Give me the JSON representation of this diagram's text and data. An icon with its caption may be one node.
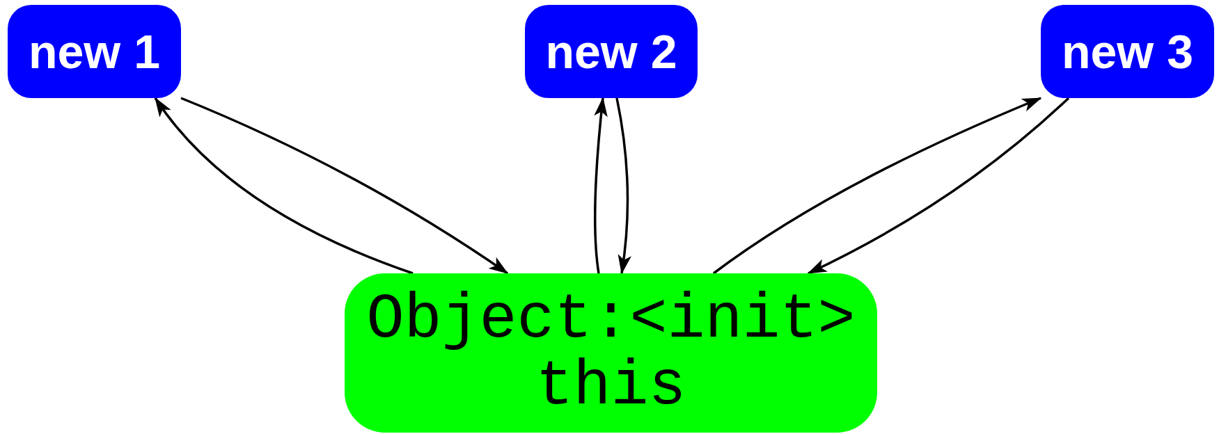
{
  "diagram": {
    "nodes": [
      {
        "text": [
          "new 1"
        ]
      },
      {
        "text": [
          "new 2"
        ]
      },
      {
        "text": [
          "new 3"
        ]
      },
      {
        "text": [
          "Object:<init>",
          "this"
        ]
      }
    ],
    "edges": [
      {
        "from": 3,
        "to": 0,
        "arrow": "to"
      },
      {
        "from": 0,
        "to": 3,
        "arrow": "to"
      },
      {
        "from": 3,
        "to": 1,
        "arrow": "to"
      },
      {
        "from": 1,
        "to": 3,
        "arrow": "to"
      },
      {
        "from": 3,
        "to": 2,
        "arrow": "to"
      },
      {
        "from": 2,
        "to": 3,
        "arrow": "to"
      }
    ]
  }
}
